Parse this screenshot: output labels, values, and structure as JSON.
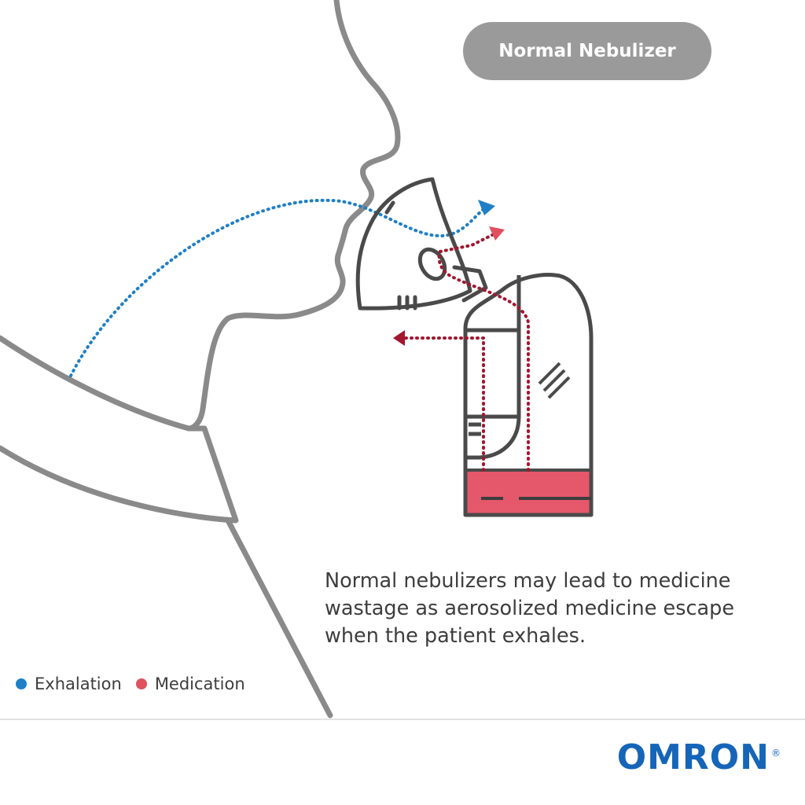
{
  "title": "Normal Nebulizer",
  "caption": {
    "line1": "Normal nebulizers may lead to medicine",
    "line2": "wastage as aerosolized medicine escape",
    "line3": "when the patient exhales."
  },
  "legend": {
    "exhalation_label": "Exhalation",
    "medication_label": "Medication"
  },
  "brand": {
    "logo_text": "OMRON",
    "registered_mark": "®"
  },
  "colors": {
    "exhalation": "#1f7fc6",
    "medication": "#e0505e",
    "medication_flow": "#a3162f",
    "outline": "#8a8a8a",
    "device_outline": "#4a4a4a",
    "brand": "#1565b8"
  },
  "icons": [
    "person-silhouette",
    "nebulizer-mask",
    "nebulizer-device",
    "flow-arrow"
  ]
}
